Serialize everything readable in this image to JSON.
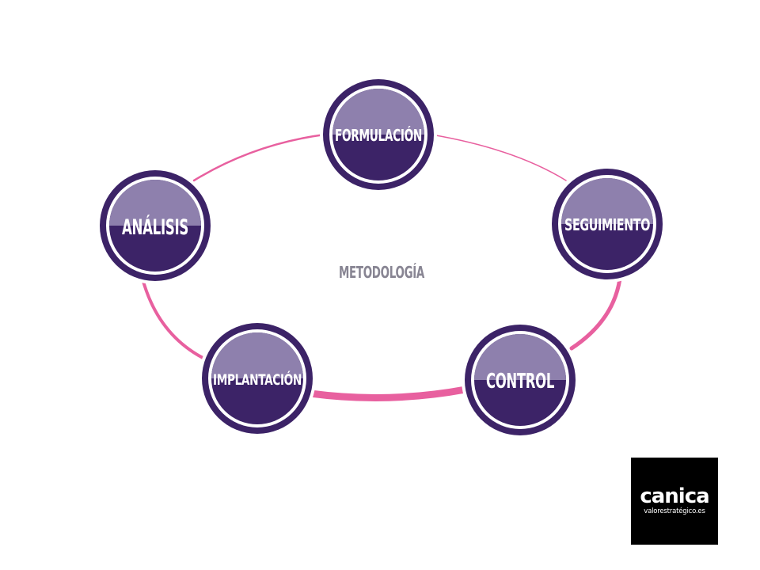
{
  "diagram": {
    "center_label": "METODOLOGÍA",
    "nodes": [
      {
        "label": "FORMULACIÓN"
      },
      {
        "label": "SEGUIMIENTO"
      },
      {
        "label": "CONTROL"
      },
      {
        "label": "IMPLANTACIÓN"
      },
      {
        "label": "ANÁLISIS"
      }
    ]
  },
  "logo": {
    "brand": "canica",
    "tagline": "valorestratégico.es"
  },
  "colors": {
    "ring": "#e8609f",
    "node_dark": "#3c2367",
    "node_light": "#8e80ad",
    "node_border": "#3c2367",
    "center_text": "#888593"
  }
}
